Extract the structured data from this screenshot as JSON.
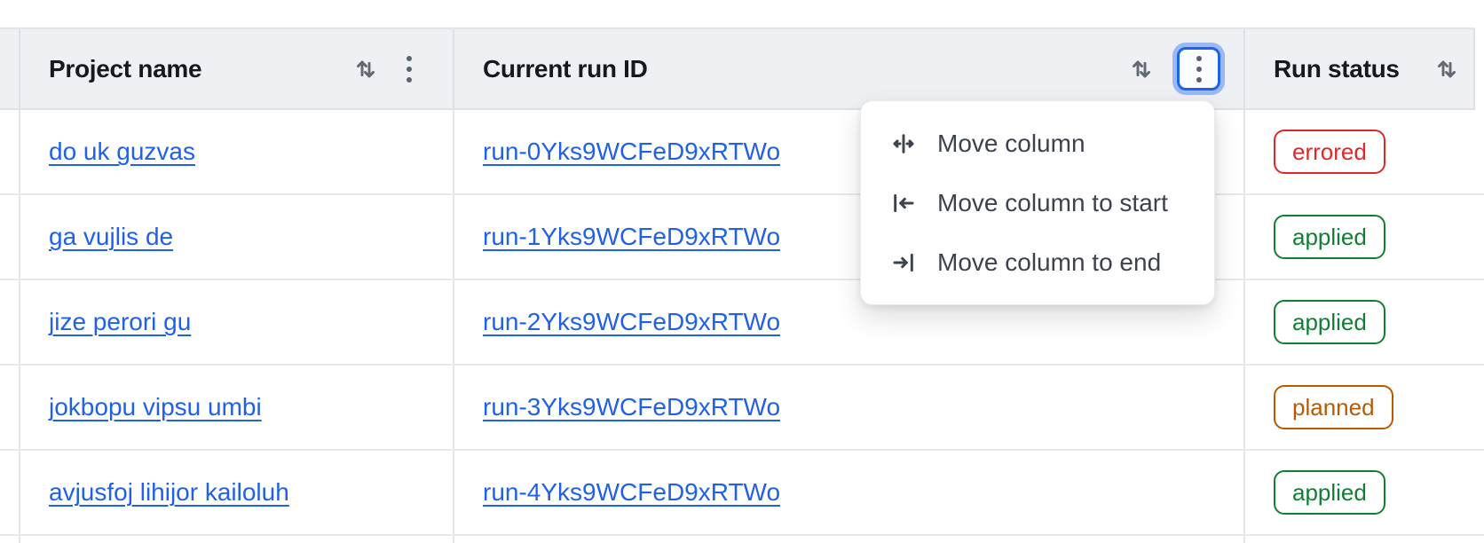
{
  "header": {
    "columns": [
      {
        "id": "project-name",
        "label": "Project name"
      },
      {
        "id": "current-run-id",
        "label": "Current run ID"
      },
      {
        "id": "run-status",
        "label": "Run status"
      }
    ]
  },
  "rows": [
    {
      "project_name": "do uk guzvas",
      "run_id": "run-0Yks9WCFeD9xRTWo",
      "status": "errored",
      "status_kind": "critical"
    },
    {
      "project_name": "ga vujlis de",
      "run_id": "run-1Yks9WCFeD9xRTWo",
      "status": "applied",
      "status_kind": "success"
    },
    {
      "project_name": "jize perori gu",
      "run_id": "run-2Yks9WCFeD9xRTWo",
      "status": "applied",
      "status_kind": "success"
    },
    {
      "project_name": "jokbopu vipsu umbi",
      "run_id": "run-3Yks9WCFeD9xRTWo",
      "status": "planned",
      "status_kind": "warning"
    },
    {
      "project_name": "avjusfoj lihijor kailoluh",
      "run_id": "run-4Yks9WCFeD9xRTWo",
      "status": "applied",
      "status_kind": "success"
    }
  ],
  "column_menu": {
    "items": [
      {
        "icon": "move-column-icon",
        "label": "Move column"
      },
      {
        "icon": "move-column-to-start-icon",
        "label": "Move column to start"
      },
      {
        "icon": "move-column-to-end-icon",
        "label": "Move column to end"
      }
    ]
  },
  "colors": {
    "link": "#1f61e9",
    "status_critical": "#e12727",
    "status_success": "#0f8033",
    "status_warning": "#b95a00",
    "focus_ring": "#1b66e8",
    "header_bg": "#eff0f3"
  }
}
